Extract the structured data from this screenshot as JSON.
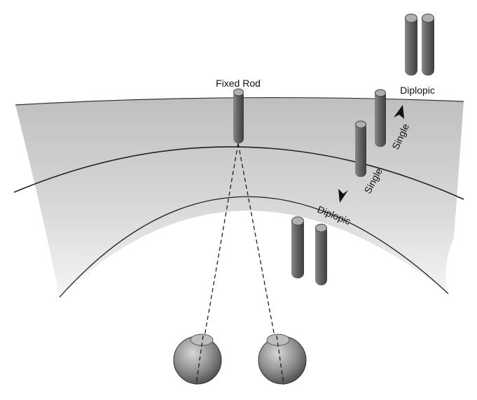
{
  "labels": {
    "fixed_rod": "Fixed Rod",
    "diplopic_far": "Diplopic",
    "single_far": "Single",
    "single_near": "Single",
    "diplopic_near": "Diplopic"
  },
  "colors": {
    "rod": "#6a6a6a",
    "rod_top": "#b0b0b0",
    "shade": "#bdbdbd",
    "line": "#222222"
  }
}
